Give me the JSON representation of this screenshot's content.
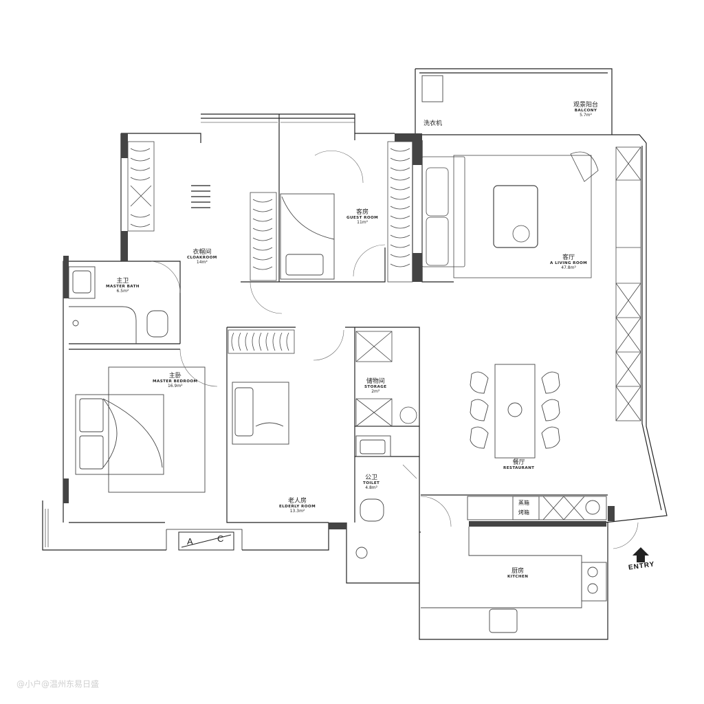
{
  "rooms": [
    {
      "id": "cloakroom",
      "zh": "衣帽间",
      "en": "CLOAKROOM",
      "area": "14m²"
    },
    {
      "id": "guest",
      "zh": "客房",
      "en": "GUEST ROOM",
      "area": "11m²"
    },
    {
      "id": "living",
      "zh": "客厅",
      "en": "A LIVING ROOM",
      "area": "47.8m²"
    },
    {
      "id": "balcony",
      "zh": "观景阳台",
      "en": "BALCONY",
      "area": "5.7m²"
    },
    {
      "id": "masterbath",
      "zh": "主卫",
      "en": "MASTER BATH",
      "area": "6.5m²"
    },
    {
      "id": "masterbed",
      "zh": "主卧",
      "en": "MASTER BEDROOM",
      "area": "16.9m²"
    },
    {
      "id": "storage",
      "zh": "储物间",
      "en": "STORAGE",
      "area": "2m²"
    },
    {
      "id": "elderly",
      "zh": "老人房",
      "en": "ELDERLY ROOM",
      "area": "13.3m²"
    },
    {
      "id": "toilet",
      "zh": "公卫",
      "en": "TOILET",
      "area": "4.8m²"
    },
    {
      "id": "restaurant",
      "zh": "餐厅",
      "en": "RESTAURANT",
      "area": ""
    },
    {
      "id": "kitchen",
      "zh": "厨房",
      "en": "KITCHEN",
      "area": ""
    }
  ],
  "labels": {
    "washer": "洗衣机",
    "oven_1": "蒸箱",
    "oven_2": "烤箱",
    "entry": "ENTRY",
    "gate_a": "A",
    "gate_c": "C",
    "watermark": "@小户@温州东易日盛"
  }
}
